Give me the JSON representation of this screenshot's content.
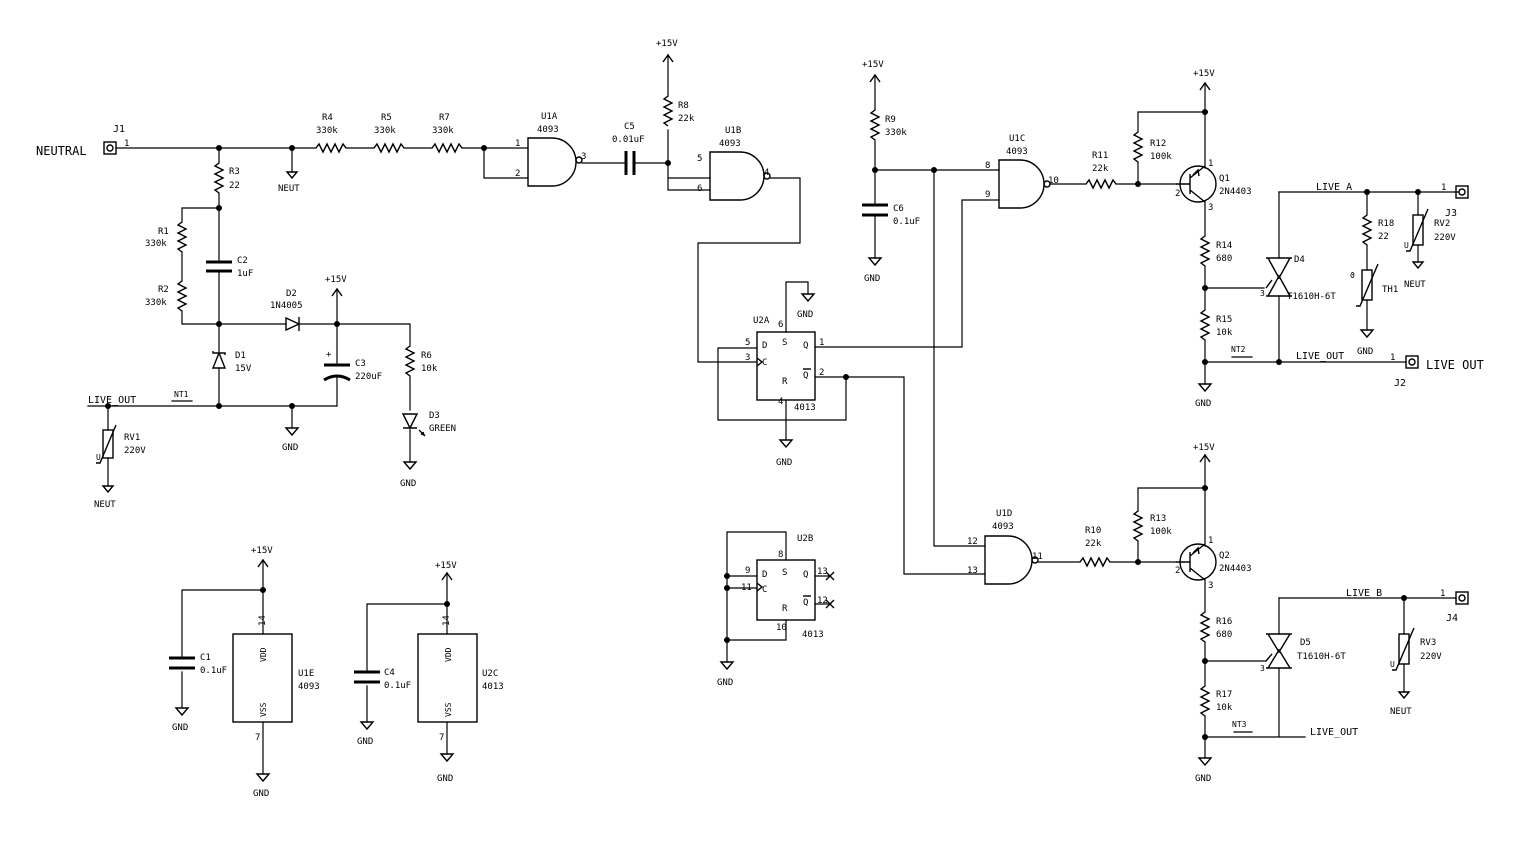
{
  "labels": {
    "neutral": "NEUTRAL",
    "live_out": "LIVE OUT",
    "plus15": "+15V",
    "gnd": "GND",
    "neut": "NEUT",
    "live_out_net": "LIVE_OUT",
    "live_a": "LIVE_A",
    "live_b": "LIVE_B",
    "nt1": "NT1",
    "nt2": "NT2",
    "nt3": "NT3",
    "pin1": "1"
  },
  "parts": {
    "j1": {
      "ref": "J1"
    },
    "j2": {
      "ref": "J2"
    },
    "j3": {
      "ref": "J3"
    },
    "j4": {
      "ref": "J4"
    },
    "r1": {
      "ref": "R1",
      "value": "330k"
    },
    "r2": {
      "ref": "R2",
      "value": "330k"
    },
    "r3": {
      "ref": "R3",
      "value": "22"
    },
    "r4": {
      "ref": "R4",
      "value": "330k"
    },
    "r5": {
      "ref": "R5",
      "value": "330k"
    },
    "r6": {
      "ref": "R6",
      "value": "10k"
    },
    "r7": {
      "ref": "R7",
      "value": "330k"
    },
    "r8": {
      "ref": "R8",
      "value": "22k"
    },
    "r9": {
      "ref": "R9",
      "value": "330k"
    },
    "r10": {
      "ref": "R10",
      "value": "22k"
    },
    "r11": {
      "ref": "R11",
      "value": "22k"
    },
    "r12": {
      "ref": "R12",
      "value": "100k"
    },
    "r13": {
      "ref": "R13",
      "value": "100k"
    },
    "r14": {
      "ref": "R14",
      "value": "680"
    },
    "r15": {
      "ref": "R15",
      "value": "10k"
    },
    "r16": {
      "ref": "R16",
      "value": "680"
    },
    "r17": {
      "ref": "R17",
      "value": "10k"
    },
    "r18": {
      "ref": "R18",
      "value": "22"
    },
    "c1": {
      "ref": "C1",
      "value": "0.1uF"
    },
    "c2": {
      "ref": "C2",
      "value": "1uF"
    },
    "c3": {
      "ref": "C3",
      "value": "220uF"
    },
    "c4": {
      "ref": "C4",
      "value": "0.1uF"
    },
    "c5": {
      "ref": "C5",
      "value": "0.01uF"
    },
    "c6": {
      "ref": "C6",
      "value": "0.1uF"
    },
    "d1": {
      "ref": "D1",
      "value": "15V"
    },
    "d2": {
      "ref": "D2",
      "value": "1N4005"
    },
    "d3": {
      "ref": "D3",
      "value": "GREEN"
    },
    "d4": {
      "ref": "D4",
      "value": "T1610H-6T"
    },
    "d5": {
      "ref": "D5",
      "value": "T1610H-6T"
    },
    "q1": {
      "ref": "Q1",
      "value": "2N4403"
    },
    "q2": {
      "ref": "Q2",
      "value": "2N4403"
    },
    "rv1": {
      "ref": "RV1",
      "value": "220V"
    },
    "rv2": {
      "ref": "RV2",
      "value": "220V"
    },
    "rv3": {
      "ref": "RV3",
      "value": "220V"
    },
    "th1": {
      "ref": "TH1"
    },
    "u1a": {
      "ref": "U1A",
      "value": "4093"
    },
    "u1b": {
      "ref": "U1B",
      "value": "4093"
    },
    "u1c": {
      "ref": "U1C",
      "value": "4093"
    },
    "u1d": {
      "ref": "U1D",
      "value": "4093"
    },
    "u1e": {
      "ref": "U1E",
      "value": "4093"
    },
    "u2a": {
      "ref": "U2A",
      "value": "4013"
    },
    "u2b": {
      "ref": "U2B",
      "value": "4013"
    },
    "u2c": {
      "ref": "U2C",
      "value": "4013"
    }
  },
  "pins": {
    "ff": {
      "d": "D",
      "c": "C",
      "s": "S",
      "r": "R",
      "q": "Q",
      "qbar": "Q"
    },
    "pwr": {
      "vdd": "VDD",
      "vss": "VSS"
    }
  }
}
